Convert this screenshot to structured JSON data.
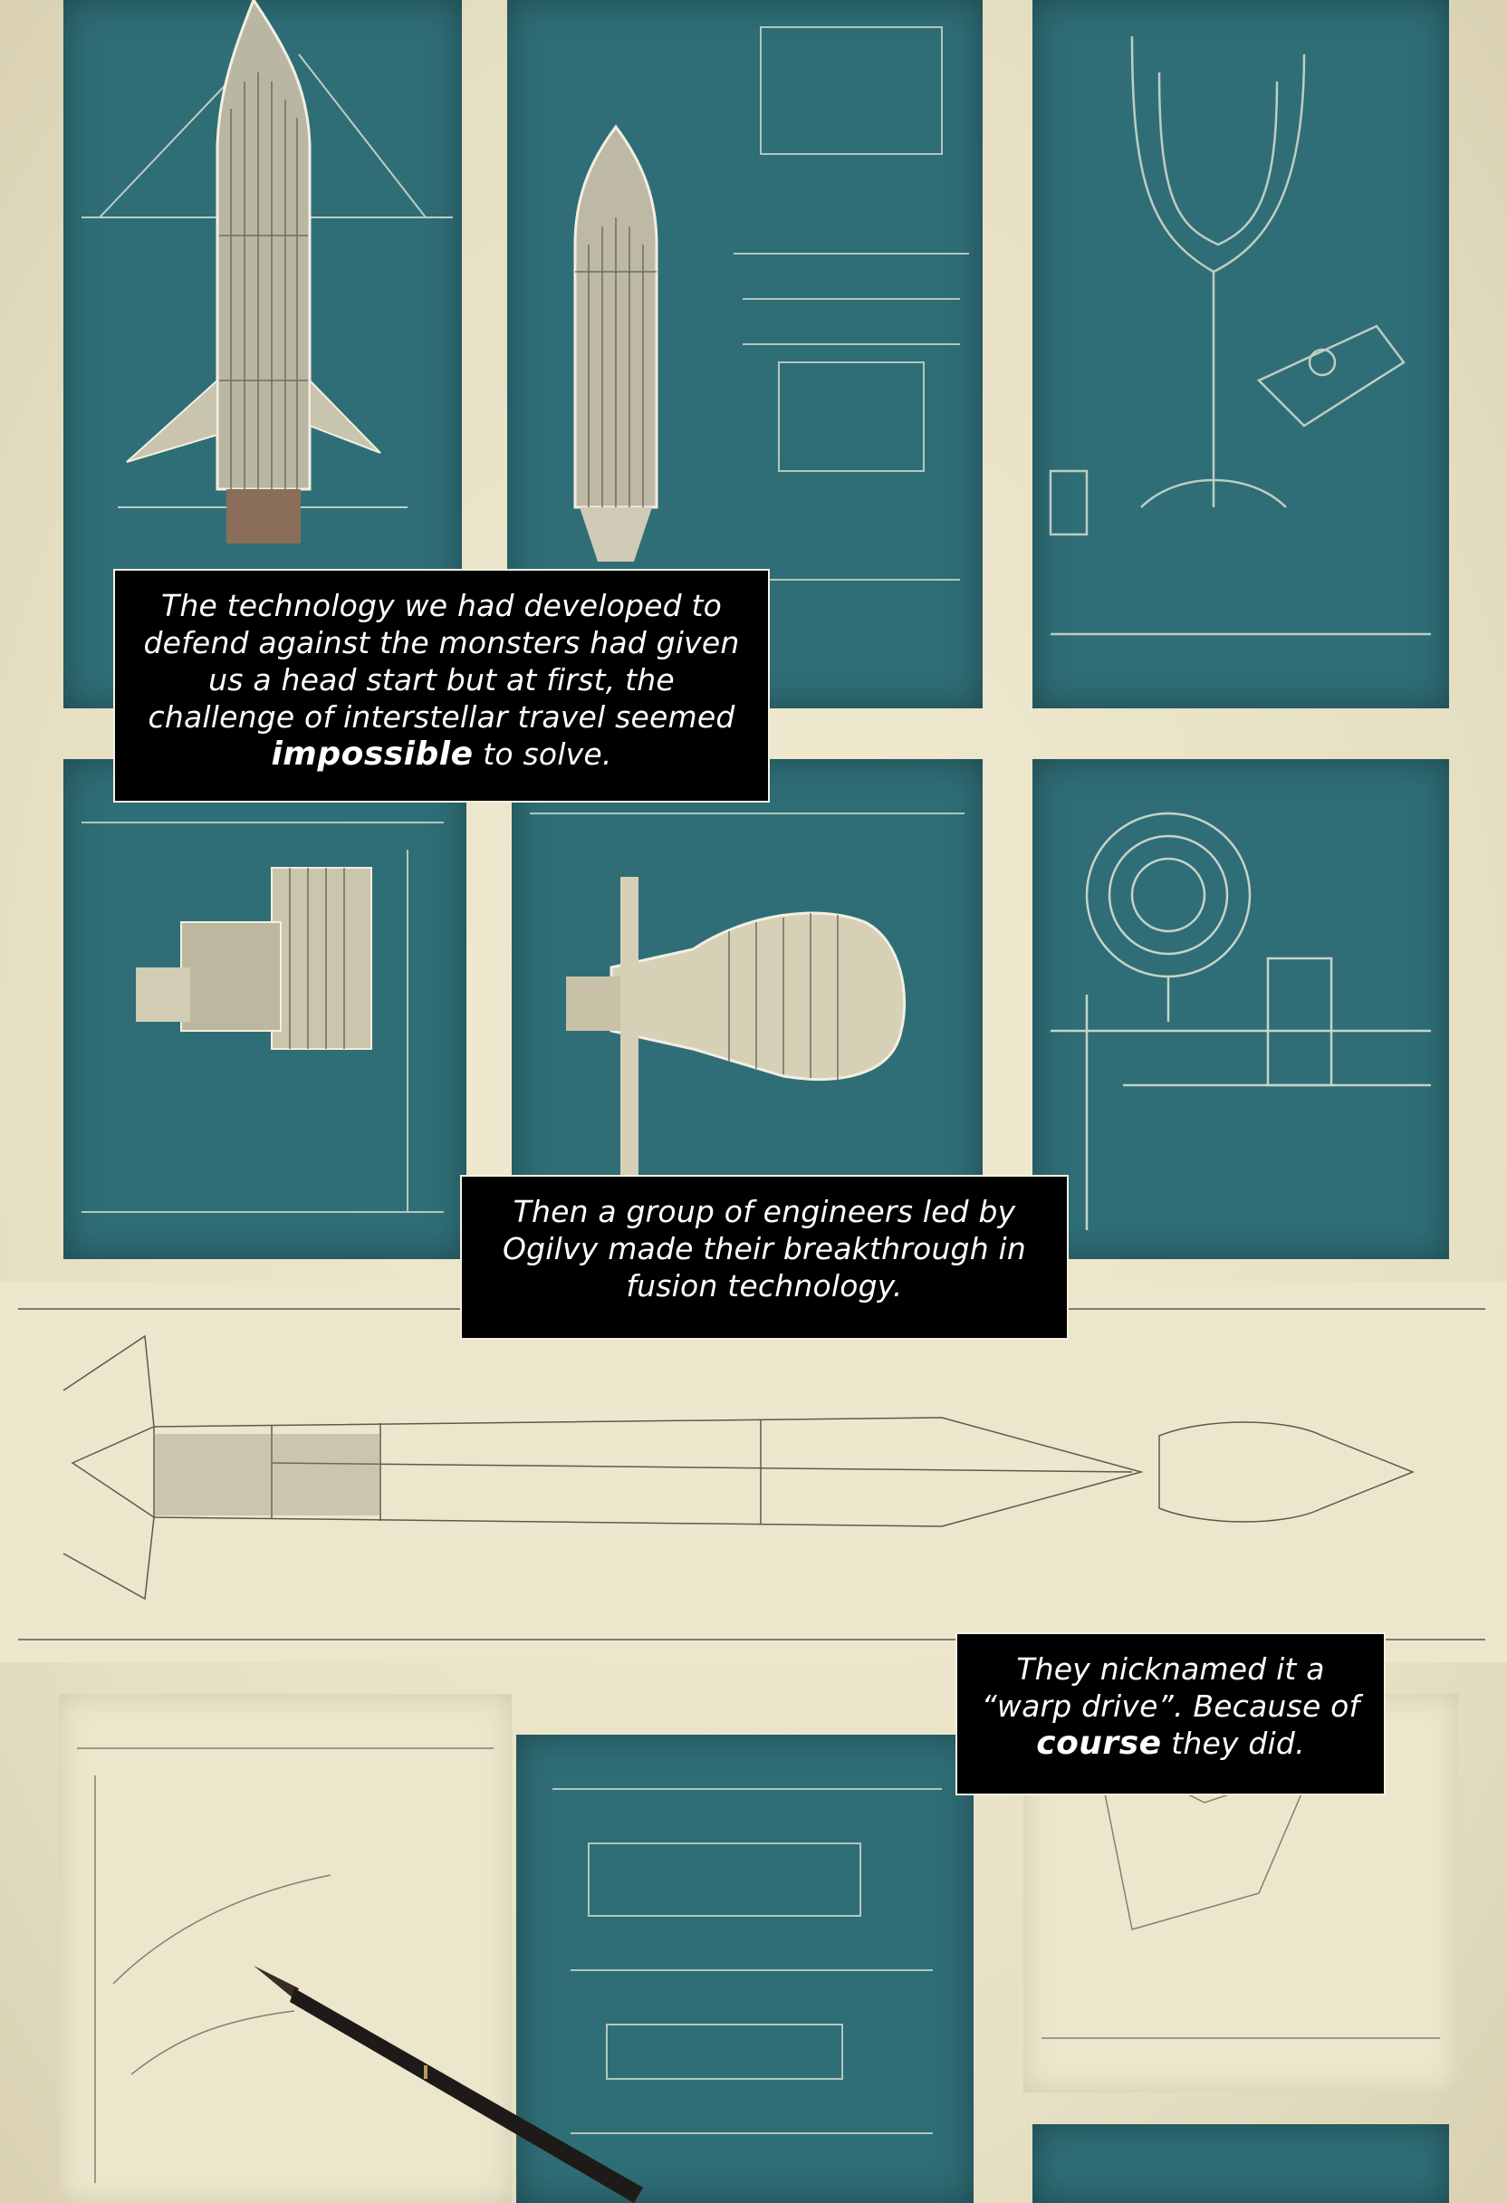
{
  "captions": {
    "c1": {
      "before": "The technology we had developed to defend against the monsters had given us a head start but at first, the challenge of interstellar travel seemed ",
      "emph": "impossible",
      "after": " to solve."
    },
    "c2": {
      "text": "Then a group of engineers led by Ogilvy made their breakthrough in fusion technology."
    },
    "c3": {
      "before": "They nicknamed it a “warp drive”.  Because of ",
      "emph": "course",
      "after": " they did."
    }
  },
  "colors": {
    "blueprint": "#2f6e77",
    "paper": "#ece6cd",
    "caption_bg": "#000000",
    "caption_text": "#ffffff"
  },
  "icons": {
    "pen": "pen-icon"
  }
}
